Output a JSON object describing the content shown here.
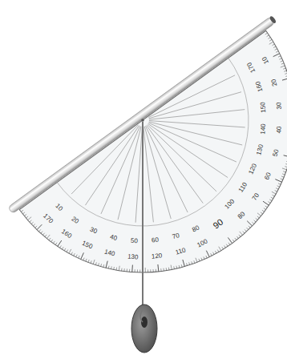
{
  "diagram": {
    "labels": [
      "10",
      "170",
      "20",
      "160",
      "30",
      "150",
      "40",
      "140",
      "50",
      "130",
      "60",
      "120",
      "70",
      "110",
      "80",
      "100",
      "90",
      "100",
      "80",
      "110",
      "70",
      "120",
      "60",
      "130",
      "50",
      "140",
      "40",
      "150",
      "30",
      "160",
      "20",
      "170",
      "10"
    ]
  }
}
